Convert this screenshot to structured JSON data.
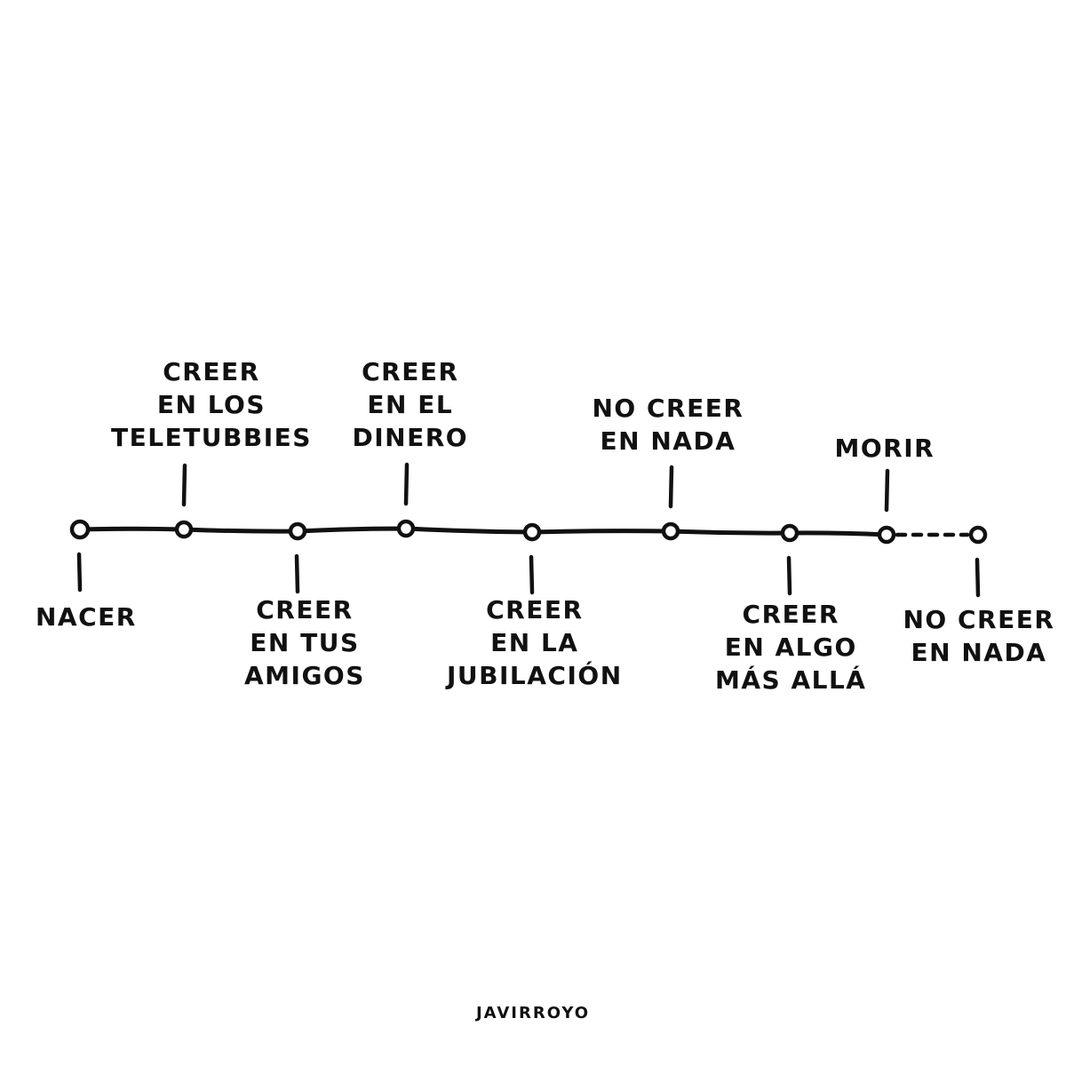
{
  "timeline": {
    "stroke_color": "#111111",
    "events": [
      {
        "lines": [
          "NACER"
        ],
        "position": "below"
      },
      {
        "lines": [
          "CREER",
          "EN LOS",
          "TELETUBBIES"
        ],
        "position": "above"
      },
      {
        "lines": [
          "CREER",
          "EN TUS",
          "AMIGOS"
        ],
        "position": "below"
      },
      {
        "lines": [
          "CREER",
          "EN EL",
          "DINERO"
        ],
        "position": "above"
      },
      {
        "lines": [
          "CREER",
          "EN LA",
          "JUBILACIÓN"
        ],
        "position": "below"
      },
      {
        "lines": [
          "NO CREER",
          "EN NADA"
        ],
        "position": "above"
      },
      {
        "lines": [
          "CREER",
          "EN ALGO",
          "MÁS ALLÁ"
        ],
        "position": "below"
      },
      {
        "lines": [
          "MORIR"
        ],
        "position": "above"
      },
      {
        "lines": [
          "NO CREER",
          "EN NADA"
        ],
        "position": "below"
      }
    ]
  },
  "signature": "JAVIRROYO"
}
